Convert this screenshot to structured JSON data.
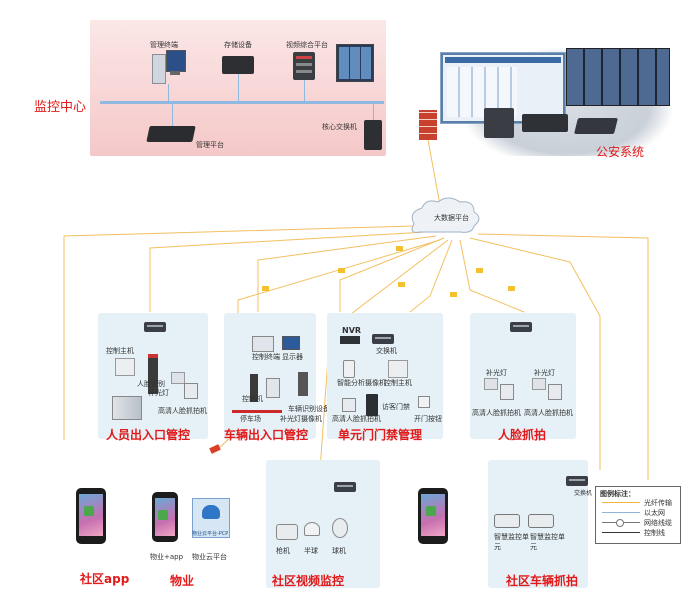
{
  "monitor_center": {
    "title": "监控中心",
    "devices": [
      "管理终端",
      "存储设备",
      "视频综合平台",
      "管理平台",
      "核心交换机"
    ]
  },
  "police": {
    "title": "公安系统"
  },
  "cloud": {
    "label": "大数据平台"
  },
  "panels": {
    "personnel": {
      "title": "人员出入口管控",
      "labels": [
        "控制主机",
        "人脸识别",
        "补光灯",
        "高清人脸抓拍机"
      ]
    },
    "vehicle_gate": {
      "title": "车辆出入口管控",
      "labels": [
        "控制终端",
        "显示器",
        "控制机",
        "停车场",
        "车辆识别设备",
        "补光灯摄像机"
      ]
    },
    "unit_door": {
      "title": "单元门门禁管理",
      "labels": [
        "NVR",
        "交换机",
        "智能分析摄像机",
        "控制主机",
        "访客门禁",
        "开门按钮",
        "高清人脸抓拍机"
      ]
    },
    "face": {
      "title": "人脸抓拍",
      "labels": [
        "补光灯",
        "高清人脸抓拍机",
        "补光灯",
        "高清人脸抓拍机"
      ]
    },
    "video": {
      "title": "社区视频监控",
      "labels": [
        "枪机",
        "半球",
        "球机"
      ]
    },
    "vehicle_capture": {
      "title": "社区车辆抓拍",
      "labels": [
        "交换机",
        "智慧监控单元",
        "智慧监控单元"
      ]
    }
  },
  "bottom": {
    "app_title": "社区app",
    "property_title": "物业",
    "property_app_label": "物业+app",
    "cloud_platform_label": "物业云平台",
    "cloud_icon_text": "物业云平台-PCP"
  },
  "legend": {
    "title": "图例标注：",
    "items": [
      "光纤传输",
      "以太网",
      "网络线缆",
      "控制线"
    ]
  },
  "colors": {
    "fiber": "#f2b640",
    "accent_red": "#e21a1a",
    "panel_bg": "#e5f1f6",
    "ethernet": "#8ab4d8"
  }
}
